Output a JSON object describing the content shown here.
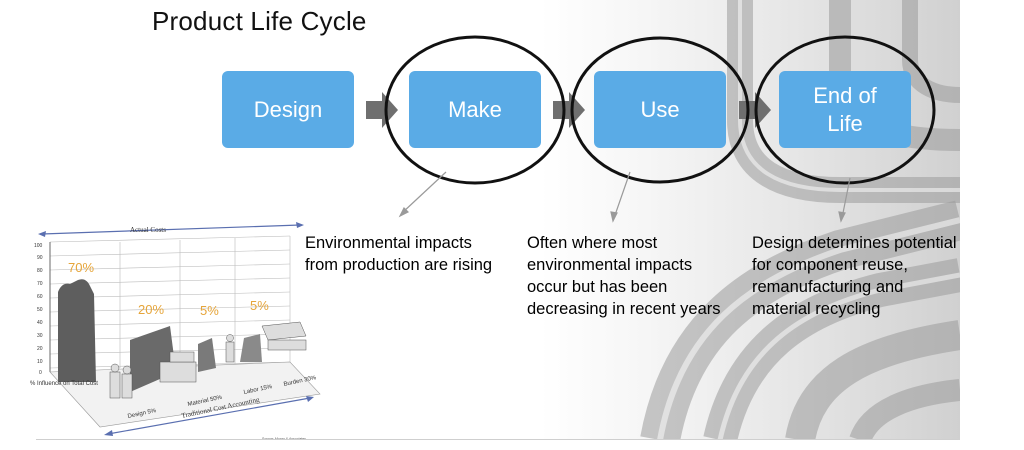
{
  "title": "Product Life Cycle",
  "stages": [
    {
      "label": "Design"
    },
    {
      "label": "Make"
    },
    {
      "label": "Use"
    },
    {
      "label": "End of\nLife"
    }
  ],
  "descriptions": {
    "make": "Environmental impacts from production are rising",
    "use": "Often where most environmental impacts occur but has been decreasing in recent years",
    "end_of_life": "Design determines potential for component reuse, remanufacturing and material recycling"
  },
  "chart": {
    "top_label": "Actual Costs",
    "y_axis_label": "% Influence on Total Cost",
    "y_ticks": [
      "100",
      "90",
      "80",
      "70",
      "60",
      "50",
      "40",
      "30",
      "20",
      "10",
      "0"
    ],
    "percentages": [
      "70%",
      "20%",
      "5%",
      "5%"
    ],
    "categories": [
      "Design 5%",
      "Material 50%",
      "Labor 15%",
      "Burden 30%"
    ],
    "bottom_label": "Traditional Cost Accounting",
    "source": "Source: Munro & Associates",
    "percent_color": "#e6a53a"
  },
  "colors": {
    "box": "#5aabe6",
    "arrow": "#6f6f6f",
    "ellipse": "#111111"
  }
}
